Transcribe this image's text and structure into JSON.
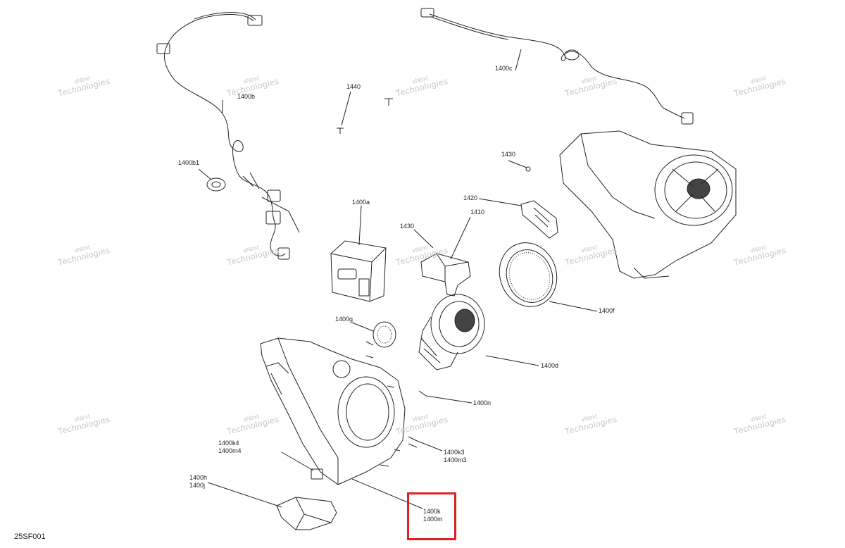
{
  "diagram_code": "25SF001",
  "watermark": {
    "line1": "vNext",
    "line2": "Technologies"
  },
  "labels": {
    "l1400b": "1400b",
    "l1400c": "1400c",
    "l1440": "1440",
    "l1400b1": "1400b1",
    "l1430a": "1430",
    "l1420": "1420",
    "l1400a": "1400a",
    "l1430b": "1430",
    "l1410": "1410",
    "l1400f": "1400f",
    "l1400g": "1400g",
    "l1400d": "1400d",
    "l1400n": "1400n",
    "l1400k4": "1400k4",
    "l1400m4": "1400m4",
    "l1400k3": "1400k3",
    "l1400m3": "1400m3",
    "l1400h": "1400h",
    "l1400j": "1400j",
    "l1400k": "1400k",
    "l1400m": "1400m"
  },
  "colors": {
    "line": "#222222",
    "highlight": "#e02020",
    "watermark": "#c8c8c8"
  }
}
